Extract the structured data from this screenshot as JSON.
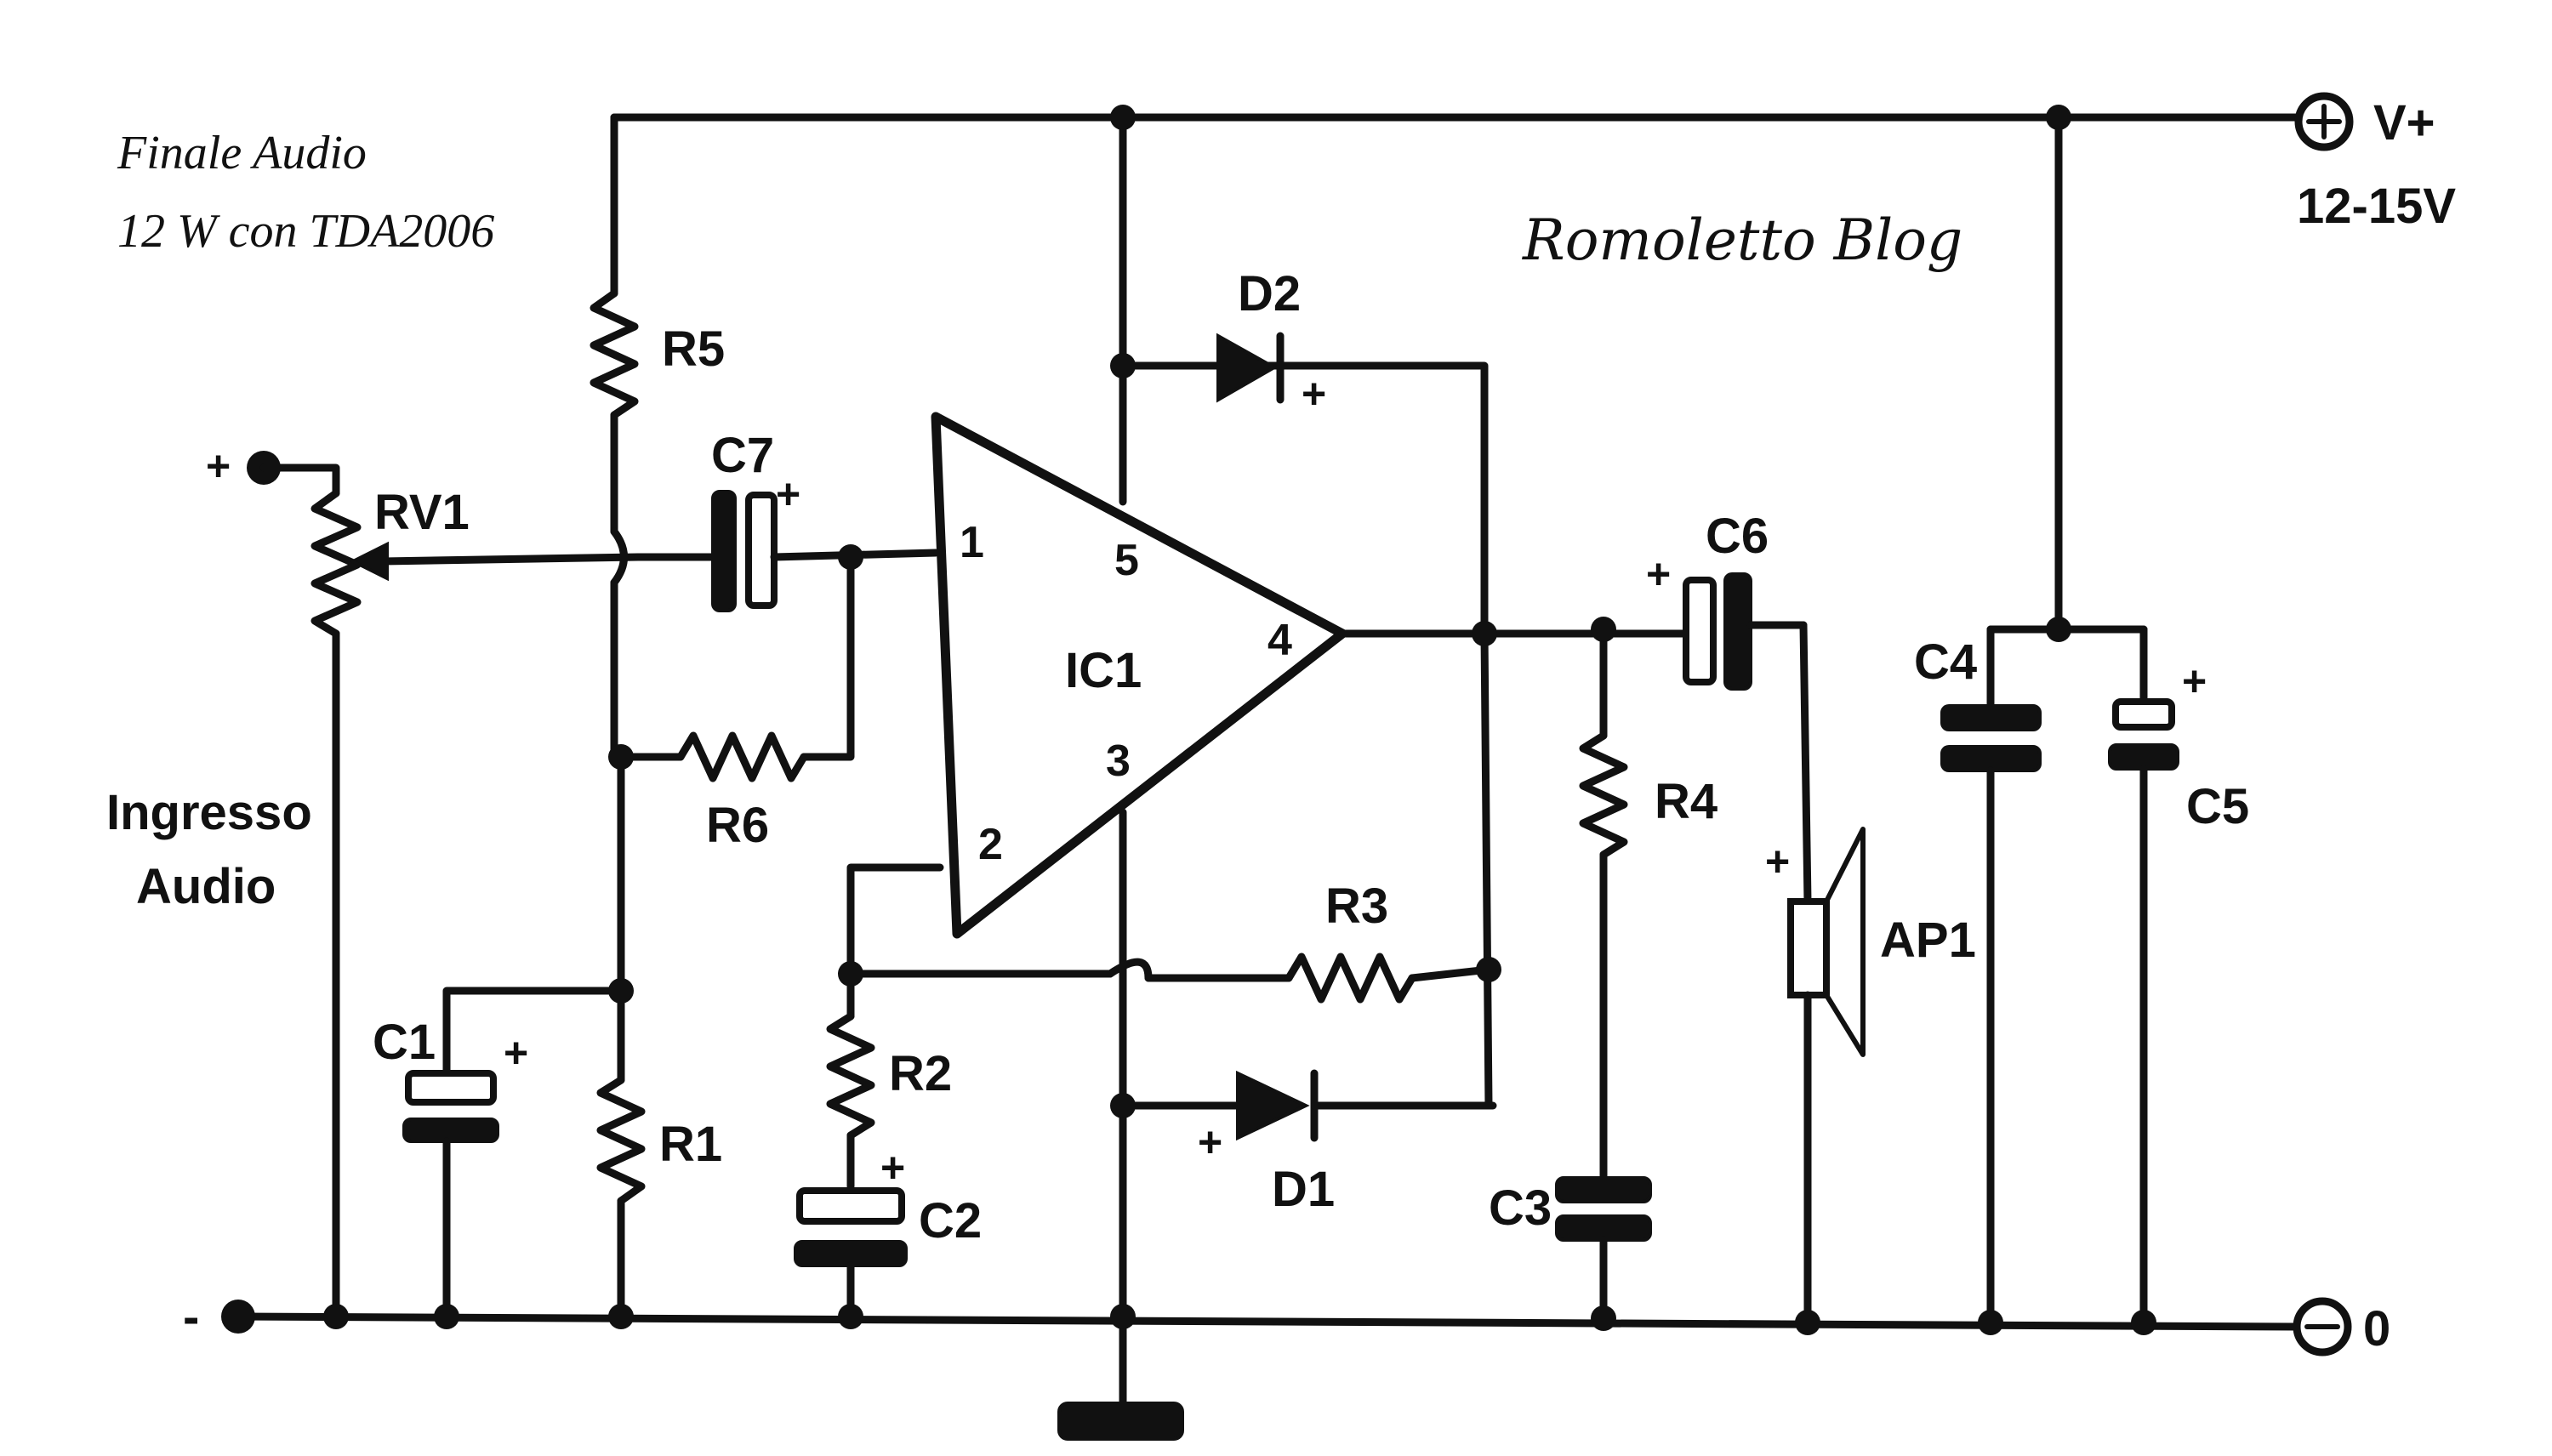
{
  "title": {
    "line1": "Finale Audio",
    "line2": "12 W con TDA2006"
  },
  "watermark": "Romoletto Blog",
  "supply": {
    "positive": "V+",
    "voltage": "12-15V",
    "ground": "0"
  },
  "input": {
    "line1": "Ingresso",
    "line2": "Audio",
    "plus": "+",
    "minus": "-"
  },
  "polarity_mark": "+",
  "ic": {
    "name": "IC1",
    "pins": [
      "1",
      "2",
      "3",
      "4",
      "5"
    ]
  },
  "components": {
    "r1": "R1",
    "r2": "R2",
    "r3": "R3",
    "r4": "R4",
    "r5": "R5",
    "r6": "R6",
    "rv1": "RV1",
    "c1": "C1",
    "c2": "C2",
    "c3": "C3",
    "c4": "C4",
    "c5": "C5",
    "c6": "C6",
    "c7": "C7",
    "d1": "D1",
    "d2": "D2",
    "ap1": "AP1"
  }
}
